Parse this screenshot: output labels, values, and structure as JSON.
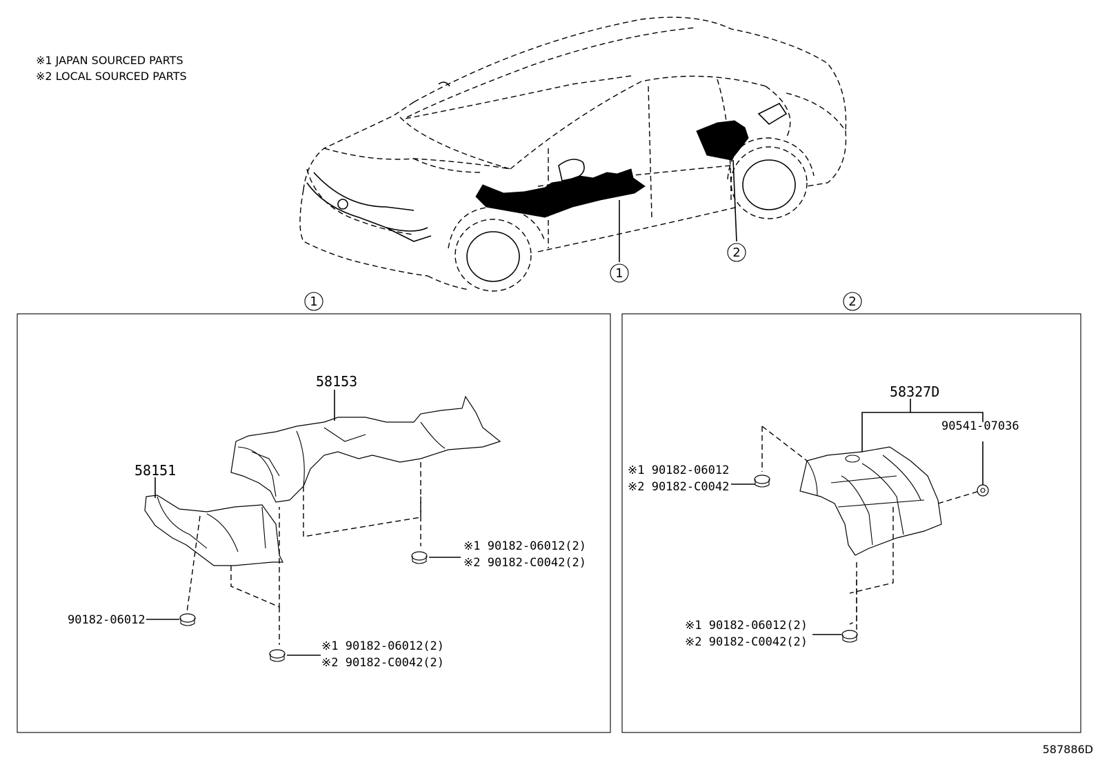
{
  "notes": {
    "japan": "※1 JAPAN SOURCED PARTS",
    "local": "※2 LOCAL SOURCED PARTS"
  },
  "car_callouts": {
    "a": "1",
    "b": "2"
  },
  "section_markers": {
    "left": "1",
    "right": "2"
  },
  "left_panel": {
    "main_part": "58153",
    "side_part": "58151",
    "clip_a": "90182-06012",
    "clip_b_line1": "※1 90182-06012(2)",
    "clip_b_line2": "※2 90182-C0042(2)",
    "clip_c_line1": "※1 90182-06012(2)",
    "clip_c_line2": "※2 90182-C0042(2)"
  },
  "right_panel": {
    "main_part": "58327D",
    "nut": "90541-07036",
    "clip_top_line1": "※1 90182-06012",
    "clip_top_line2": "※2 90182-C0042",
    "clip_bot_line1": "※1 90182-06012(2)",
    "clip_bot_line2": "※2 90182-C0042(2)"
  },
  "figure_id": "587886D"
}
